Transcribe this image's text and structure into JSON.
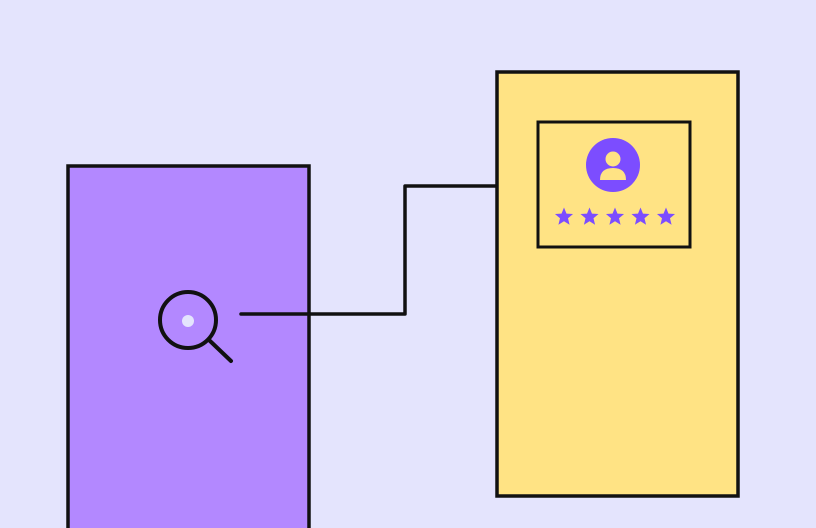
{
  "colors": {
    "background": "#E4E4FD",
    "source_panel": "#B388FF",
    "target_panel": "#FFE384",
    "outline": "#111111",
    "accent": "#7C4DFF",
    "lens_dot": "#E4E4FD"
  },
  "diagram": {
    "source_panel": {
      "icon": "magnifying-glass-icon"
    },
    "connector": {
      "style": "elbow",
      "arrowhead": "end"
    },
    "target_panel": {
      "profile_card": {
        "icon": "user-avatar-icon",
        "rating": {
          "stars": 5,
          "max": 5,
          "icon": "star-icon"
        }
      }
    }
  }
}
